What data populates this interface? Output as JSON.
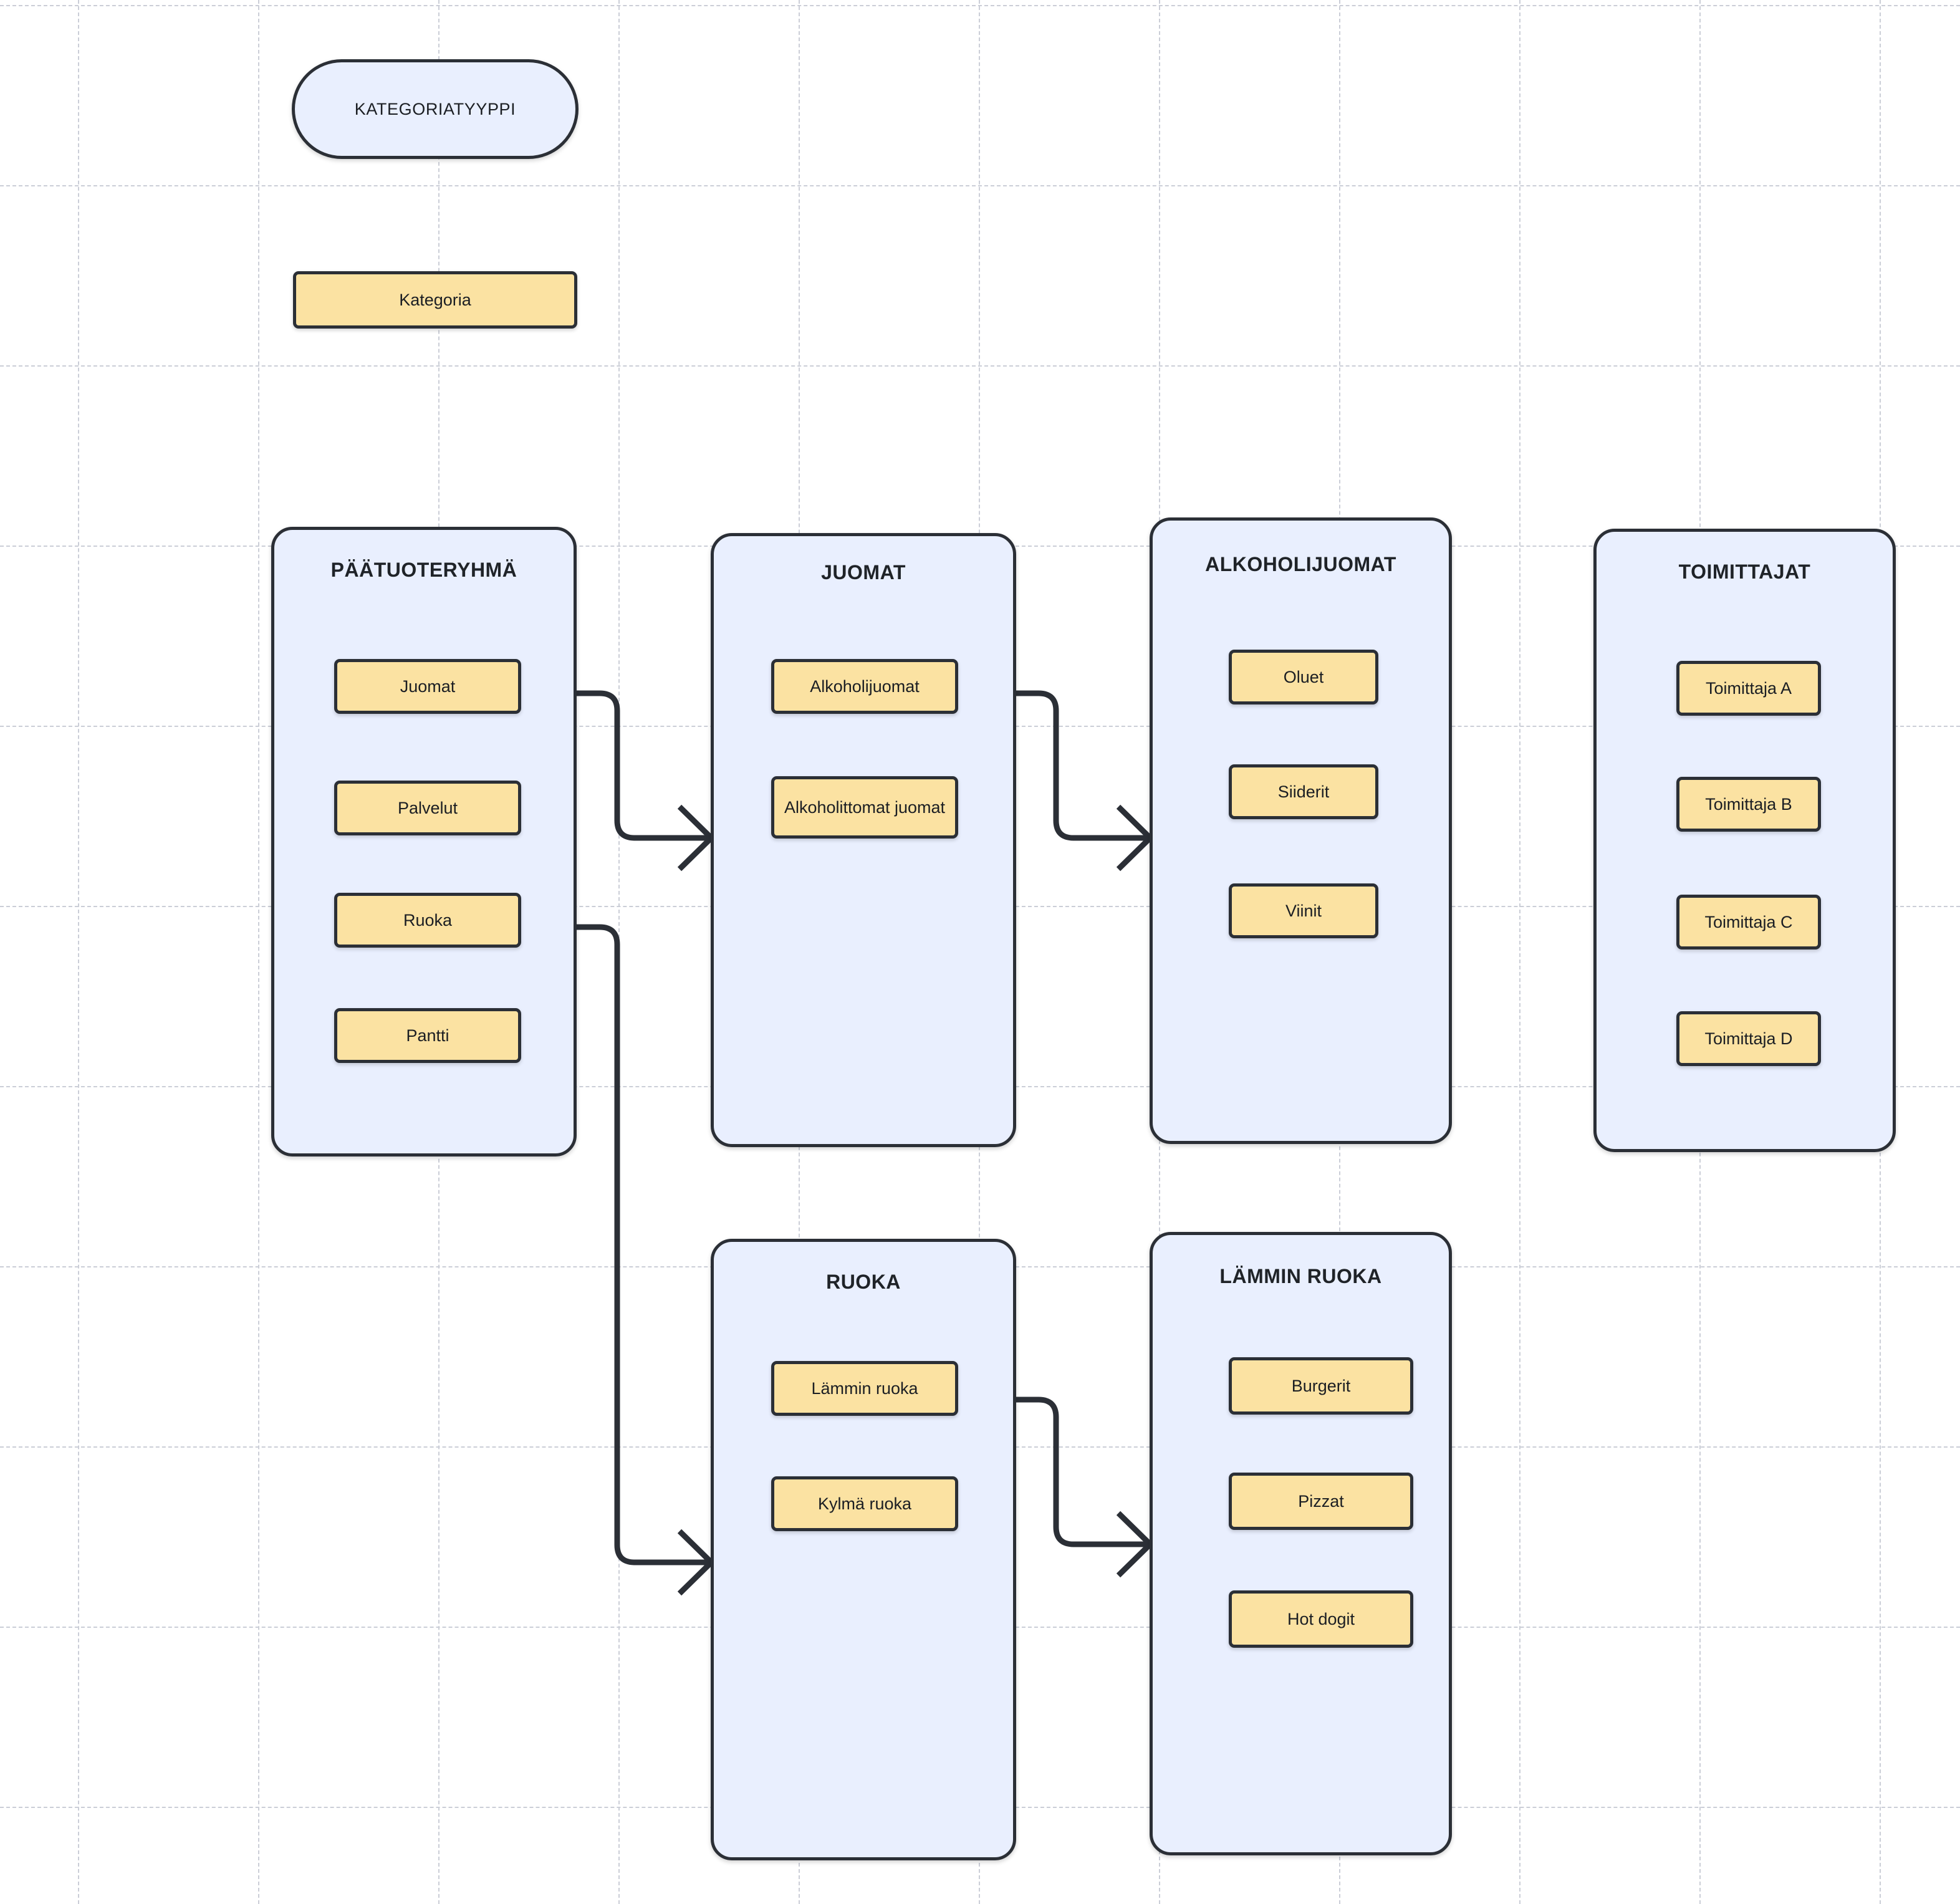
{
  "diagram": {
    "title_visible": false,
    "colors": {
      "node_fill": "#fbe2a2",
      "container_fill": "#e9effe",
      "stroke": "#2b2f36",
      "grid": "#cbced7",
      "canvas": "#ffffff"
    }
  },
  "legend": {
    "type_label": "KATEGORIATYYPPI",
    "category_label": "Kategoria"
  },
  "containers": [
    {
      "id": "paatuoteryhma",
      "title": "PÄÄTUOTERYHMÄ",
      "nodes": [
        {
          "label": "Juomat"
        },
        {
          "label": "Palvelut"
        },
        {
          "label": "Ruoka"
        },
        {
          "label": "Pantti"
        }
      ]
    },
    {
      "id": "juomat",
      "title": "JUOMAT",
      "nodes": [
        {
          "label": "Alkoholijuomat"
        },
        {
          "label": "Alkoholittomat juomat"
        }
      ]
    },
    {
      "id": "alkoholijuomat",
      "title": "ALKOHOLIJUOMAT",
      "nodes": [
        {
          "label": "Oluet"
        },
        {
          "label": "Siiderit"
        },
        {
          "label": "Viinit"
        }
      ]
    },
    {
      "id": "toimittajat",
      "title": "TOIMITTAJAT",
      "nodes": [
        {
          "label": "Toimittaja A"
        },
        {
          "label": "Toimittaja B"
        },
        {
          "label": "Toimittaja C"
        },
        {
          "label": "Toimittaja D"
        }
      ]
    },
    {
      "id": "ruoka",
      "title": "RUOKA",
      "nodes": [
        {
          "label": "Lämmin ruoka"
        },
        {
          "label": "Kylmä ruoka"
        }
      ]
    },
    {
      "id": "lammin-ruoka",
      "title": "LÄMMIN RUOKA",
      "nodes": [
        {
          "label": "Burgerit"
        },
        {
          "label": "Pizzat"
        },
        {
          "label": "Hot dogit"
        }
      ]
    }
  ],
  "edges": [
    {
      "from": "Juomat",
      "to": "JUOMAT",
      "arrow": "open-v"
    },
    {
      "from": "Ruoka",
      "to": "RUOKA",
      "arrow": "open-v"
    },
    {
      "from": "Alkoholijuomat",
      "to": "ALKOHOLIJUOMAT",
      "arrow": "open-v"
    },
    {
      "from": "Lämmin ruoka",
      "to": "LÄMMIN RUOKA",
      "arrow": "open-v"
    }
  ]
}
